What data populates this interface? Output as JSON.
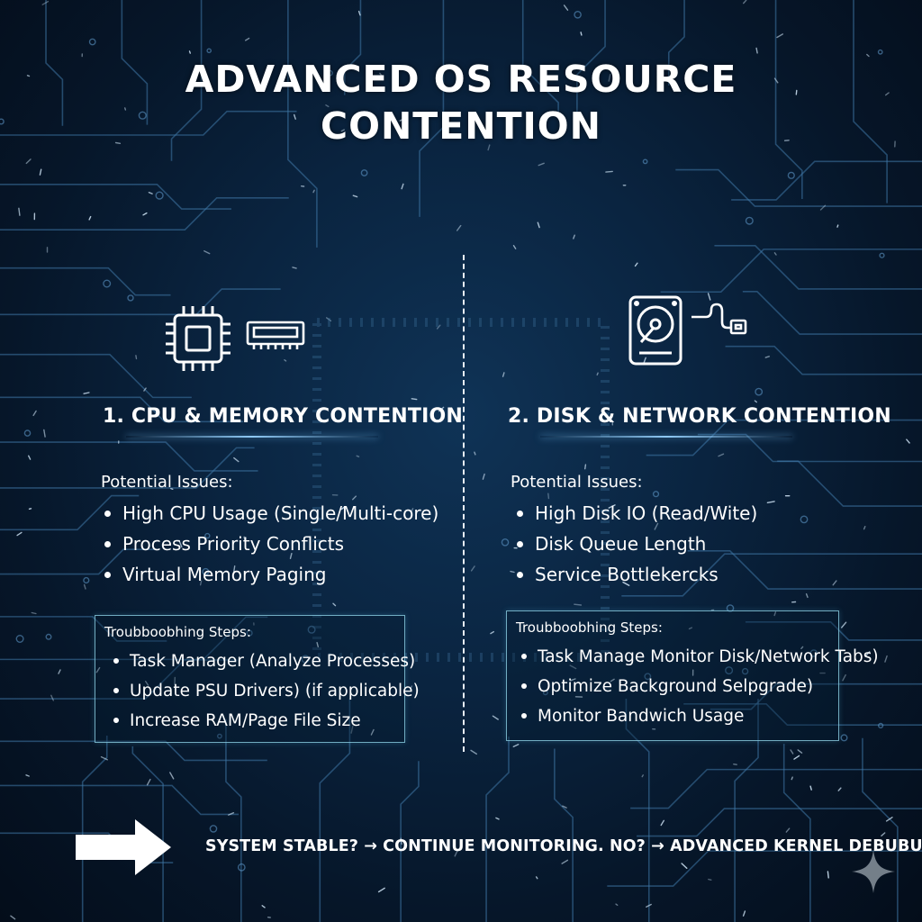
{
  "title": {
    "line1": "ADVANCED OS RESOURCE",
    "line2": "CONTENTION"
  },
  "left_panel": {
    "icons": [
      "cpu-chip-icon",
      "ram-module-icon"
    ],
    "heading": "1. CPU & MEMORY CONTENTION",
    "issues_label": "Potential Issues:",
    "issues": [
      "High CPU Usage (Single/Multi-core)",
      "Process Priority Conflicts",
      "Virtual Memory Paging"
    ],
    "steps_label": "Troubboobhing Steps:",
    "steps": [
      "Task Manager (Analyze Processes)",
      "Update PSU Drivers) (if applicable)",
      "Increase RAM/Page File Size"
    ]
  },
  "right_panel": {
    "icons": [
      "hard-disk-icon",
      "network-cable-icon"
    ],
    "heading": "2. DISK & NETWORK CONTENTION",
    "issues_label": "Potential Issues:",
    "issues": [
      "High Disk IO (Read/Wite)",
      "Disk Queue Length",
      "Service Bottlekercks"
    ],
    "steps_label": "Troubboobhing Steps:",
    "steps": [
      "Task Manage Monitor Disk/Network Tabs)",
      "Optimize Background Selpgrade)",
      "Monitor Bandwich Usage"
    ]
  },
  "footer": {
    "icon": "right-arrow-icon",
    "text": "SYSTEM STABLE? → CONTINUE MONITORING. NO? → ADVANCED KERNEL DEBUBUGING"
  },
  "corner_icon": "sparkle-icon",
  "colors": {
    "background_dark": "#061629",
    "background_mid": "#0f3356",
    "circuit_lines": "#3f78a8",
    "box_border": "#96dcf0",
    "text": "#ffffff"
  }
}
